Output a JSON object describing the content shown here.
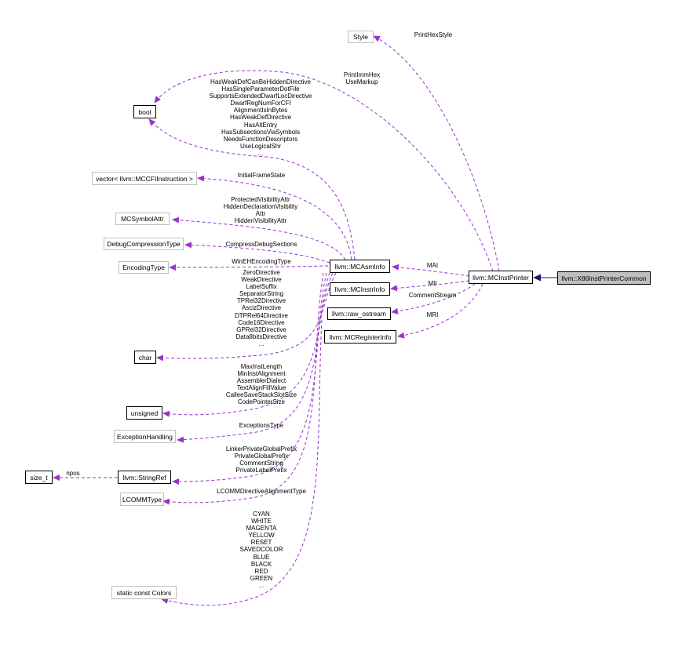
{
  "nodes": {
    "style": "Style",
    "bool": "bool",
    "vector_mccfi": "vector< llvm::MCCFIInstruction >",
    "mcsymbolattr": "MCSymbolAttr",
    "debugcompression": "DebugCompressionType",
    "encodingtype": "EncodingType",
    "mcasminfo": "llvm::MCAsmInfo",
    "mcinstrinfo": "llvm::MCInstrInfo",
    "raw_ostream": "llvm::raw_ostream",
    "mcregisterinfo": "llvm::MCRegisterInfo",
    "mcinstprinter": "llvm::MCInstPrinter",
    "x86common": "llvm::X86InstPrinterCommon",
    "char": "char",
    "unsigned": "unsigned",
    "exceptionhandling": "ExceptionHandling",
    "stringref": "llvm::StringRef",
    "size_t": "size_t",
    "lcommtype": "LCOMMType",
    "colors": "static const Colors"
  },
  "edge_labels": {
    "printhexstyle": [
      "PrintHexStyle"
    ],
    "printimmhex": [
      "PrintImmHex",
      "UseMarkup"
    ],
    "bool_members": [
      "HasWeakDefCanBeHiddenDirective",
      "HasSingleParameterDotFile",
      "SupportsExtendedDwarfLocDirective",
      "DwarfRegNumForCFI",
      "AlignmentIsInBytes",
      "HasWeakDefDirective",
      "HasAltEntry",
      "HasSubsectionsViaSymbols",
      "NeedsFunctionDescriptors",
      "UseLogicalShr",
      "..."
    ],
    "initialframestate": [
      "InitialFrameState"
    ],
    "symbolattr_members": [
      "ProtectedVisibilityAttr",
      "HiddenDeclarationVisibility",
      "Attr",
      "HiddenVisibilityAttr"
    ],
    "compressdebug": [
      "CompressDebugSections"
    ],
    "winehencoding": [
      "WinEHEncodingType"
    ],
    "char_members": [
      "ZeroDirective",
      "WeakDirective",
      "LabelSuffix",
      "SeparatorString",
      "TPRel32Directive",
      "AscizDirective",
      "DTPRel64Directive",
      "Code16Directive",
      "GPRel32Directive",
      "Data8bitsDirective",
      "..."
    ],
    "unsigned_members": [
      "MaxInstLength",
      "MinInstAlignment",
      "AssemblerDialect",
      "TextAlignFillValue",
      "CalleeSaveStackSlotSize",
      "CodePointerSize"
    ],
    "exceptionstype": [
      "ExceptionsType"
    ],
    "stringref_members": [
      "LinkerPrivateGlobalPrefix",
      "PrivateGlobalPrefix",
      "CommentString",
      "PrivateLabelPrefix"
    ],
    "lcommdirective": [
      "LCOMMDirectiveAlignmentType"
    ],
    "colors_members": [
      "CYAN",
      "WHITE",
      "MAGENTA",
      "YELLOW",
      "RESET",
      "SAVEDCOLOR",
      "BLUE",
      "BLACK",
      "RED",
      "GREEN",
      "..."
    ],
    "mai": [
      "MAI"
    ],
    "mii": [
      "MII"
    ],
    "commentstream": [
      "CommentStream"
    ],
    "mri": [
      "MRI"
    ],
    "npos": [
      "npos"
    ]
  },
  "colors": {
    "member_edge": "#9a32cd",
    "inherit_edge": "#191970",
    "gray_border": "#bfbfbf",
    "focus_fill": "#bfbfbf"
  }
}
